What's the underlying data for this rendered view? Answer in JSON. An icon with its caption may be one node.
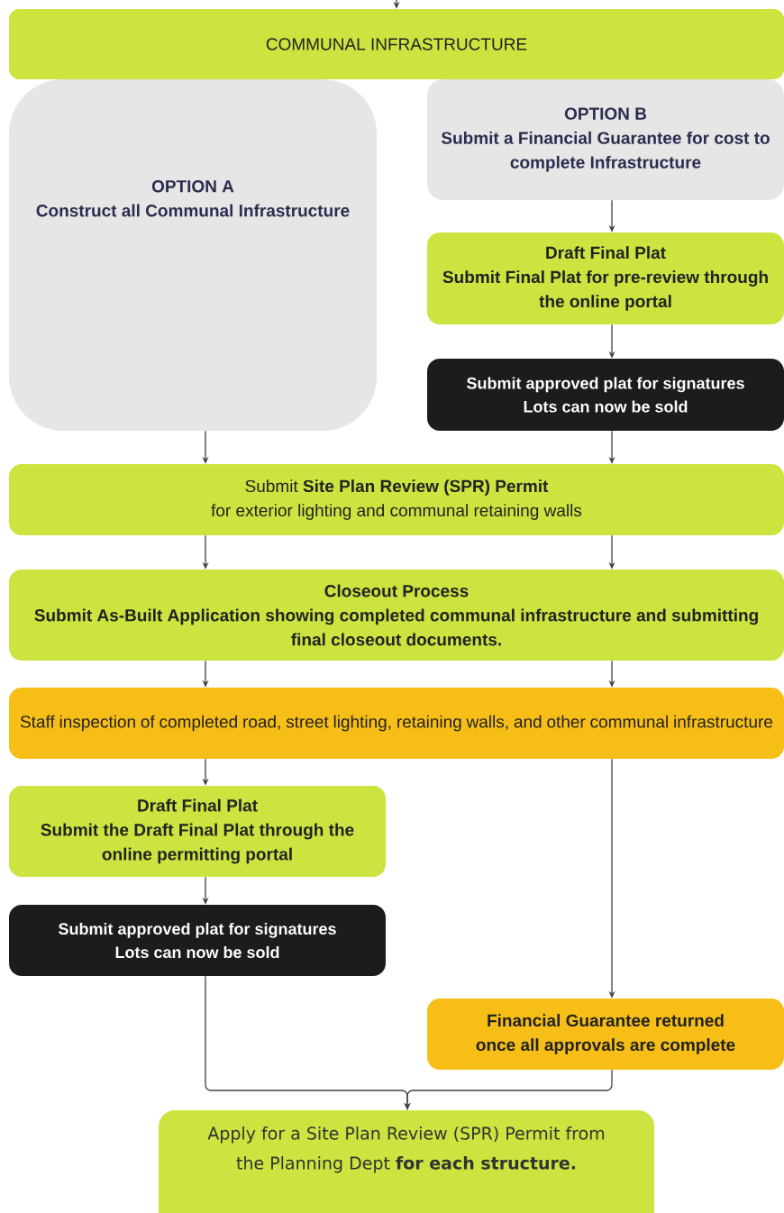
{
  "diagram": {
    "nodes": [
      {
        "text": [
          "COMMUNAL INFRASTRUCTURE"
        ]
      },
      {
        "text": [
          "OPTION A",
          "Construct all Communal Infrastructure"
        ]
      },
      {
        "text": [
          "OPTION B",
          "Submit a Financial Guarantee for cost to complete Infrastructure"
        ]
      },
      {
        "text": [
          "Draft Final Plat",
          "Submit Final Plat for pre-review through the online portal"
        ]
      },
      {
        "text": [
          "Submit approved plat for signatures",
          "Lots can now be sold"
        ]
      },
      {
        "text": [
          "Submit **Site Plan Review (SPR) Permit**",
          "for exterior lighting and communal retaining walls"
        ]
      },
      {
        "text": [
          "Closeout Process",
          "Submit As-Built Application showing completed communal infrastructure and submitting final closeout documents."
        ]
      },
      {
        "text": [
          "Staff inspection of completed road, street lighting, retaining walls, and other communal infrastructure"
        ]
      },
      {
        "text": [
          "Draft Final Plat",
          "Submit the Draft Final Plat through the online permitting portal"
        ]
      },
      {
        "text": [
          "Submit approved plat for signatures",
          "Lots can now be sold"
        ]
      },
      {
        "text": [
          "Financial Guarantee returned",
          "once all approvals are complete"
        ]
      },
      {
        "text": [
          "Apply for a Site Plan Review (SPR) Permit from the Planning Dept **for each structure.**"
        ]
      }
    ],
    "edges": [
      {
        "from": null,
        "to": 0,
        "arrow": "to"
      },
      {
        "from": 2,
        "to": 3,
        "arrow": "to"
      },
      {
        "from": 3,
        "to": 4,
        "arrow": "to"
      },
      {
        "from": 1,
        "to": 5,
        "arrow": "to"
      },
      {
        "from": 4,
        "to": 5,
        "arrow": "to"
      },
      {
        "from": 5,
        "to": 6,
        "arrow": "to"
      },
      {
        "from": 5,
        "to": 6,
        "arrow": "to"
      },
      {
        "from": 6,
        "to": 7,
        "arrow": "to"
      },
      {
        "from": 6,
        "to": 7,
        "arrow": "to"
      },
      {
        "from": 7,
        "to": 8,
        "arrow": "to"
      },
      {
        "from": 7,
        "to": 10,
        "arrow": "to"
      },
      {
        "from": 8,
        "to": 9,
        "arrow": "to"
      },
      {
        "from": 9,
        "to": 11,
        "arrow": "to"
      },
      {
        "from": 10,
        "to": 11,
        "arrow": "to"
      }
    ]
  }
}
